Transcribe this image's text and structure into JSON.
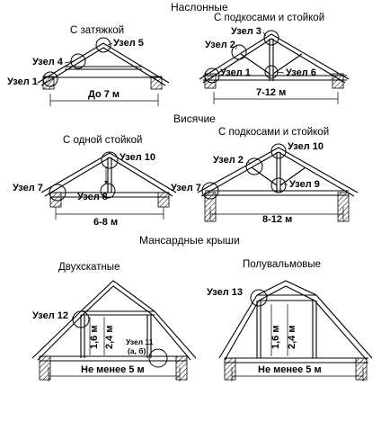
{
  "headers": {
    "naslonnye": "Наслонные",
    "visyachie": "Висячие",
    "mansard": "Мансардные крыши"
  },
  "subtitles": {
    "s_zatyazhkoy": "С затяжкой",
    "s_podkosami_1": "С подкосами и стойкой",
    "s_odnoy_stoykoy": "С одной стойкой",
    "s_podkosami_2": "С подкосами и стойкой",
    "dvuskatnye": "Двухскатные",
    "poluvalmovye": "Полувальмовые"
  },
  "nodes": {
    "u1": "Узел 1",
    "u2": "Узел 2",
    "u3": "Узел 3",
    "u4": "Узел 4",
    "u5": "Узел 5",
    "u6": "Узел 6",
    "u1b": "Узел 1",
    "u7a": "Узел 7",
    "u8": "Узел 8",
    "u10a": "Узел 10",
    "u2b": "Узел 2",
    "u10b": "Узел 10",
    "u7b": "Узел 7",
    "u9": "Узел 9",
    "u12": "Узел 12",
    "u11": "Узел 11",
    "u11sub": "(а, б)",
    "u13": "Узел 13"
  },
  "dims": {
    "d1": "До 7 м",
    "d2": "7-12 м",
    "d3": "6-8 м",
    "d4": "8-12 м",
    "d5": "Не менее 5 м",
    "d6": "Не менее 5 м",
    "h1a": "1,6 м",
    "h1b": "2,4 м",
    "h2a": "1,6 м",
    "h2b": "2,4 м"
  }
}
